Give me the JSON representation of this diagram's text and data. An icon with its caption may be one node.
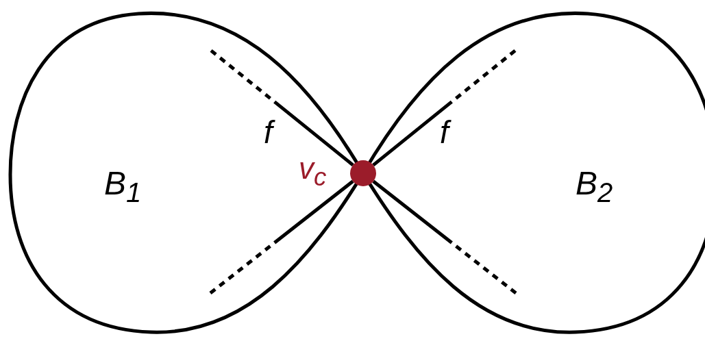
{
  "diagram": {
    "nodes": [
      {
        "text": [
          "B$_{1}$"
        ]
      },
      {
        "text": [
          "B$_{2}$"
        ]
      },
      {
        "text": [
          "v$_{c}$"
        ]
      }
    ],
    "edges": [
      {
        "from": 2,
        "to": 0,
        "arrow": "none",
        "label": "f"
      },
      {
        "from": 2,
        "to": 0,
        "arrow": "none"
      },
      {
        "from": 2,
        "to": 1,
        "arrow": "none",
        "label": "f"
      },
      {
        "from": 2,
        "to": 1,
        "arrow": "none"
      }
    ]
  }
}
